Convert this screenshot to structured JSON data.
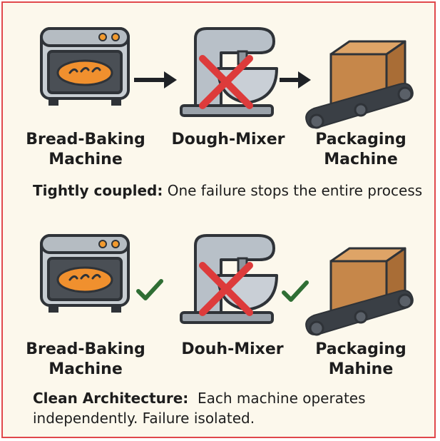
{
  "colors": {
    "frame_border": "#e0484b",
    "background": "#fcf8ec",
    "oven_body": "#c7cdd2",
    "outline": "#2f3338",
    "bread": "#f0902e",
    "mixer_bowl": "#c9cfd6",
    "failure_x": "#dd3b3b",
    "check": "#2f6e34",
    "box": "#c6874a",
    "conveyor": "#3a3f45"
  },
  "top_row": {
    "machines": [
      {
        "line1": "Bread-Baking",
        "line2": "Machine",
        "icon": "oven-icon"
      },
      {
        "line1": "Dough-Mixer",
        "line2": "",
        "icon": "stand-mixer-icon"
      },
      {
        "line1": "Packaging",
        "line2": "Machine",
        "icon": "conveyor-box-icon"
      }
    ],
    "connectors": [
      "arrow-right-icon",
      "arrow-right-icon"
    ],
    "caption_bold": "Tightly coupled:",
    "caption_rest": " One failure stops the entire process"
  },
  "bottom_row": {
    "machines": [
      {
        "line1": "Bread-Baking",
        "line2": "Machine",
        "icon": "oven-icon"
      },
      {
        "line1": "Douh-Mixer",
        "line2": "",
        "icon": "stand-mixer-icon"
      },
      {
        "line1": "Packaging",
        "line2": "Mahine",
        "icon": "conveyor-box-icon"
      }
    ],
    "connectors": [
      "checkmark-icon",
      "checkmark-icon"
    ],
    "caption_bold": "Clean Architecture:",
    "caption_line1_rest": "  Each machine operates",
    "caption_line2": "independently. Failure isolated."
  }
}
